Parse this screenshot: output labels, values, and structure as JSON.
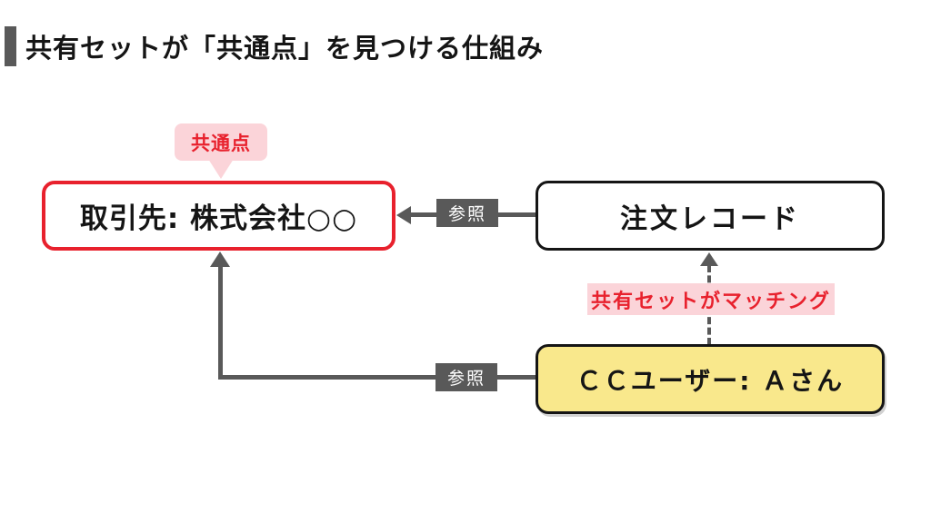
{
  "title": "共有セットが「共通点」を見つける仕組み",
  "callout": {
    "common_point": "共通点"
  },
  "nodes": {
    "client": {
      "label": "取引先: 株式会社○○"
    },
    "order": {
      "label": "注文レコード"
    },
    "cc_user": {
      "label": "ＣＣユーザー: Ａさん"
    }
  },
  "edges": {
    "reference_top": "参照",
    "reference_bottom": "参照",
    "matching": "共有セットがマッチング"
  },
  "colors": {
    "accent_red": "#e8212d",
    "pink_bg": "#fbd4d9",
    "yellow_bg": "#f9e88c",
    "line_gray": "#595959",
    "text_black": "#151515",
    "canvas_bg": "#ffffff"
  }
}
